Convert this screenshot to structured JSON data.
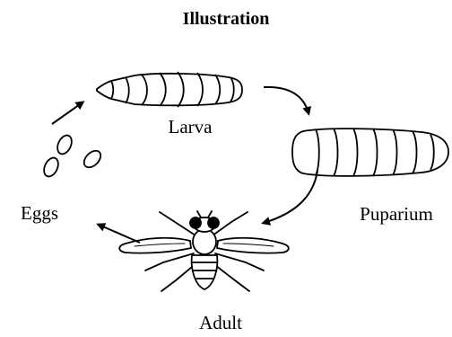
{
  "title": "Illustration",
  "stages": {
    "larva": "Larva",
    "puparium": "Puparium",
    "adult": "Adult",
    "eggs": "Eggs"
  },
  "colors": {
    "stroke": "#000000",
    "background": "#ffffff"
  },
  "icons": [
    "larva-icon",
    "puparium-icon",
    "fly-icon",
    "eggs-icon",
    "arrow-icon"
  ]
}
